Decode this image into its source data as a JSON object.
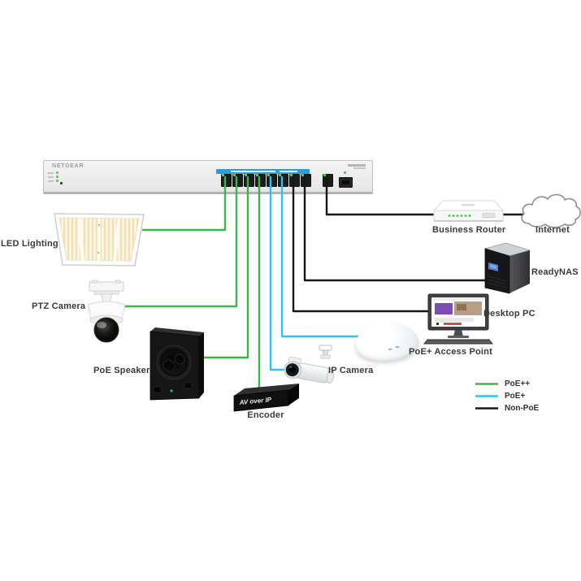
{
  "colors": {
    "green": "#3eb549",
    "cyan": "#2bc4f3",
    "black": "#161616",
    "switch_strip_blue": "#2a9fd8",
    "port_led_green": "#4ad24a"
  },
  "switch": {
    "brand": "NETGEAR",
    "poe_port_count": 8
  },
  "devices": [
    {
      "id": "led-lighting",
      "label": "LED Lighting"
    },
    {
      "id": "ptz-camera",
      "label": "PTZ Camera"
    },
    {
      "id": "poe-speaker",
      "label": "PoE Speaker"
    },
    {
      "id": "encoder",
      "label": "Encoder",
      "device_text": "AV over IP"
    },
    {
      "id": "ip-camera",
      "label": "IP Camera"
    },
    {
      "id": "access-point",
      "label": "PoE+ Access Point"
    },
    {
      "id": "desktop-pc",
      "label": "Desktop PC"
    },
    {
      "id": "readynas",
      "label": "ReadyNAS"
    },
    {
      "id": "business-router",
      "label": "Business Router"
    },
    {
      "id": "internet",
      "label": "Internet"
    }
  ],
  "legend": {
    "items": [
      {
        "label": "PoE++",
        "color": "#3eb549"
      },
      {
        "label": "PoE+",
        "color": "#2bc4f3"
      },
      {
        "label": "Non-PoE",
        "color": "#161616"
      }
    ]
  },
  "cables": [
    {
      "id": "switch-to-led-lighting",
      "poe": "PoE++",
      "color": "green",
      "points": [
        [
          277,
          218
        ],
        [
          277,
          283
        ],
        [
          176,
          283
        ]
      ]
    },
    {
      "id": "switch-to-ptz-camera",
      "poe": "PoE++",
      "color": "green",
      "points": [
        [
          291,
          218
        ],
        [
          291,
          377
        ],
        [
          151,
          377
        ]
      ]
    },
    {
      "id": "switch-to-poe-speaker",
      "poe": "PoE++",
      "color": "green",
      "points": [
        [
          305,
          218
        ],
        [
          305,
          440
        ],
        [
          250,
          440
        ]
      ]
    },
    {
      "id": "switch-to-encoder",
      "poe": "PoE++",
      "color": "green",
      "points": [
        [
          319,
          218
        ],
        [
          319,
          486
        ]
      ]
    },
    {
      "id": "switch-to-ip-camera",
      "poe": "PoE+",
      "color": "cyan",
      "points": [
        [
          333,
          218
        ],
        [
          333,
          455
        ],
        [
          362,
          455
        ]
      ]
    },
    {
      "id": "switch-to-access-point",
      "poe": "PoE+",
      "color": "cyan",
      "points": [
        [
          347,
          218
        ],
        [
          347,
          414
        ],
        [
          446,
          414
        ]
      ]
    },
    {
      "id": "switch-to-desktop-pc",
      "poe": "Non-PoE",
      "color": "black",
      "points": [
        [
          361,
          218
        ],
        [
          361,
          383
        ],
        [
          531,
          383
        ]
      ]
    },
    {
      "id": "switch-to-readynas",
      "poe": "Non-PoE",
      "color": "black",
      "points": [
        [
          375,
          218
        ],
        [
          375,
          345
        ],
        [
          601,
          345
        ]
      ]
    },
    {
      "id": "switch-to-business-router",
      "poe": "Non-PoE",
      "color": "black",
      "points": [
        [
          402,
          218
        ],
        [
          402,
          264
        ],
        [
          541,
          264
        ]
      ]
    },
    {
      "id": "business-router-to-internet",
      "poe": "Non-PoE",
      "color": "black",
      "points": [
        [
          612,
          264
        ],
        [
          659,
          264
        ]
      ]
    }
  ]
}
